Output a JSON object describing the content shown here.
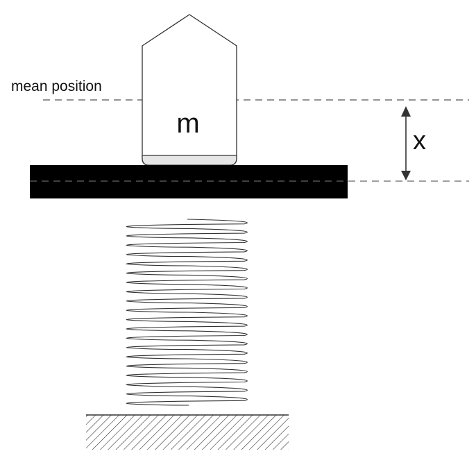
{
  "labels": {
    "mean_position": "mean position",
    "mass": "m",
    "displacement": "x"
  },
  "colors": {
    "stroke": "#333333",
    "platform": "#000000",
    "dashed": "#555555",
    "mass_base": "#e6e6e6"
  },
  "spring": {
    "coils": 20
  }
}
